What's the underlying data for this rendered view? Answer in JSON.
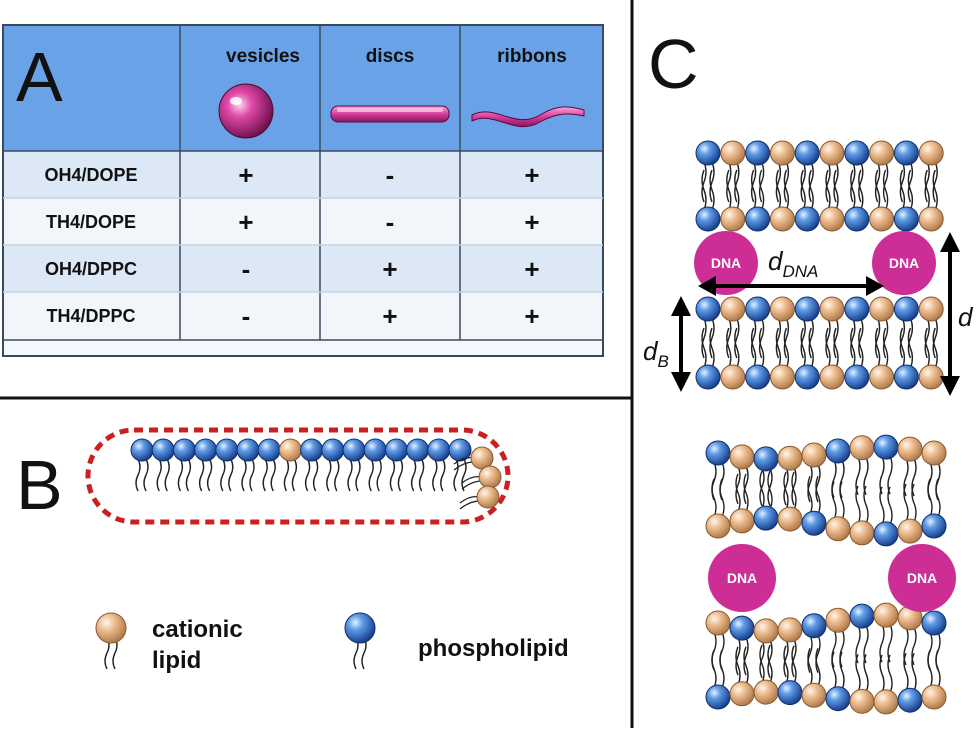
{
  "colors": {
    "header_bg": "#6aa2e8",
    "row_odd": "#dde8f6",
    "row_even": "#f2f6fb",
    "phospholipid_head": "#3b7fd4",
    "cationic_head": "#e8b688",
    "dna": "#cc2e96",
    "dashed_outline": "#cc2020"
  },
  "panel_labels": {
    "a": "A",
    "b": "B",
    "c": "C"
  },
  "table": {
    "columns": [
      "vesicles",
      "discs",
      "ribbons"
    ],
    "column_icons": [
      "vesicle-sphere-icon",
      "disc-bar-icon",
      "ribbon-wave-icon"
    ],
    "rows": [
      {
        "label": "OH4/DOPE",
        "cells": [
          "+",
          "-",
          "+"
        ]
      },
      {
        "label": "TH4/DOPE",
        "cells": [
          "+",
          "-",
          "+"
        ]
      },
      {
        "label": "OH4/DPPC",
        "cells": [
          "-",
          "+",
          "+"
        ]
      },
      {
        "label": "TH4/DPPC",
        "cells": [
          "-",
          "+",
          "+"
        ]
      }
    ]
  },
  "legend": {
    "cationic": [
      "cationic",
      "lipid"
    ],
    "phospholipid": "phospholipid"
  },
  "panel_c": {
    "dna_label": "DNA",
    "d_dna": {
      "base": "d",
      "sub": "DNA"
    },
    "d": "d",
    "d_b": {
      "base": "d",
      "sub": "B"
    }
  }
}
